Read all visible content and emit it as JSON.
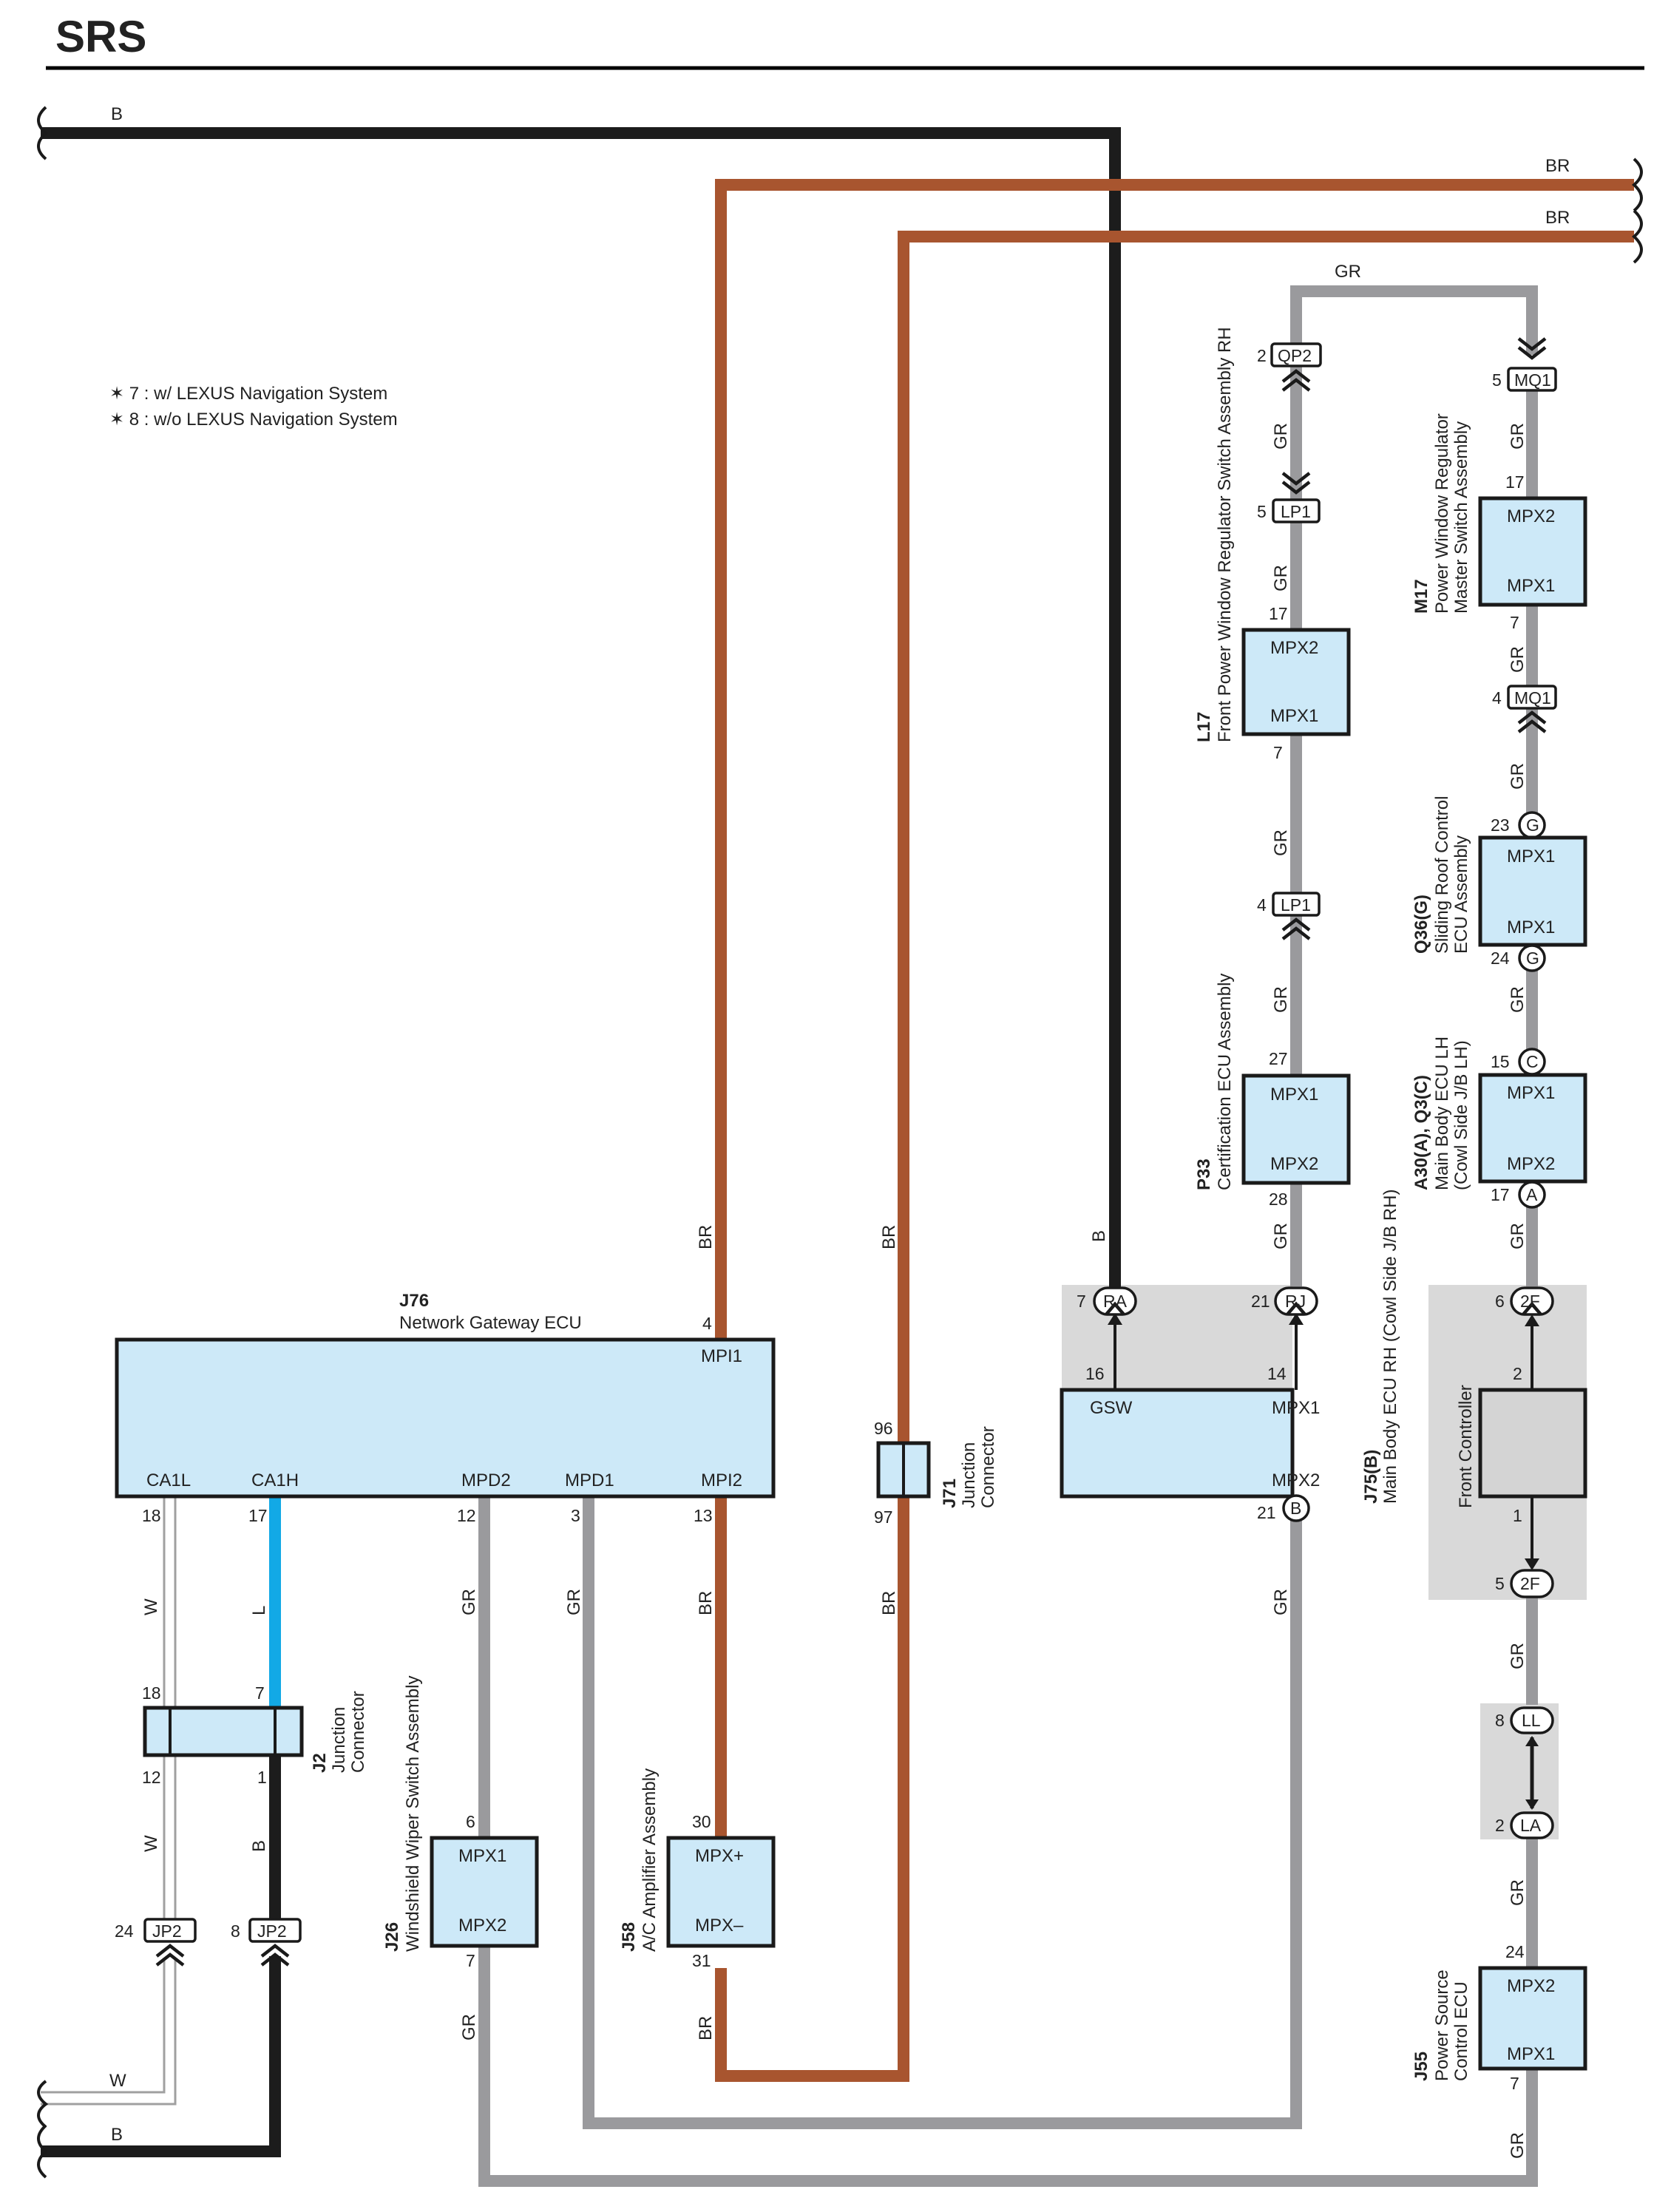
{
  "title": "SRS",
  "notes": [
    "✶ 7 : w/ LEXUS Navigation System",
    "✶ 8 : w/o LEXUS Navigation System"
  ],
  "wire_colors": {
    "B": "#1c1c1c",
    "BR": "#a8552f",
    "GR": "#9a9a9d",
    "L": "#12a9e6",
    "W": "#a0a0a0"
  },
  "wire_labels": {
    "B": "B",
    "BR": "BR",
    "GR": "GR",
    "L": "L",
    "W": "W"
  },
  "components": {
    "j76": {
      "code": "J76",
      "name": "Network Gateway ECU",
      "pins": {
        "mpi1": "MPI1",
        "ca1l": "CA1L",
        "ca1h": "CA1H",
        "mpd2": "MPD2",
        "mpd1": "MPD1",
        "mpi2": "MPI2"
      }
    },
    "j2": {
      "code": "J2",
      "name_line1": "Junction",
      "name_line2": "Connector"
    },
    "j71": {
      "code": "J71",
      "name_line1": "Junction",
      "name_line2": "Connector"
    },
    "j26": {
      "code": "J26",
      "name": "Windshield Wiper Switch Assembly",
      "pin_top": "MPX1",
      "pin_bottom": "MPX2"
    },
    "j58": {
      "code": "J58",
      "name": "A/C Amplifier Assembly",
      "pin_top": "MPX+",
      "pin_bottom": "MPX–"
    },
    "j75": {
      "code": "J75(B)",
      "name": "Main Body ECU RH (Cowl Side J/B RH)",
      "pin_gsw": "GSW",
      "pin_mpx1": "MPX1",
      "pin_mpx2": "MPX2"
    },
    "p33": {
      "code": "P33",
      "name": "Certification ECU Assembly",
      "pin_top": "MPX1",
      "pin_bottom": "MPX2"
    },
    "l17": {
      "code": "L17",
      "name": "Front Power Window Regulator Switch Assembly RH",
      "pin_top": "MPX2",
      "pin_bottom": "MPX1"
    },
    "m17": {
      "code": "M17",
      "name_line1": "Power Window Regulator",
      "name_line2": "Master Switch Assembly",
      "pin_top": "MPX2",
      "pin_bottom": "MPX1"
    },
    "q36": {
      "code": "Q36(G)",
      "name_line1": "Sliding Roof Control",
      "name_line2": "ECU Assembly",
      "pin_top": "MPX1",
      "pin_bottom": "MPX1"
    },
    "a30": {
      "code": "A30(A), Q3(C)",
      "name_line1": "Main Body ECU LH",
      "name_line2": "(Cowl Side J/B LH)",
      "pin_top": "MPX1",
      "pin_bottom": "MPX2"
    },
    "front_controller": {
      "name": "Front Controller"
    },
    "j55": {
      "code": "J55",
      "name_line1": "Power Source",
      "name_line2": "Control ECU",
      "pin_top": "MPX2",
      "pin_bottom": "MPX1"
    }
  },
  "connectors": {
    "qp2": "QP2",
    "lp1_a": "LP1",
    "lp1_b": "LP1",
    "mq1_a": "MQ1",
    "mq1_b": "MQ1",
    "g_a": "G",
    "g_b": "G",
    "c": "C",
    "a": "A",
    "ra": "RA",
    "rj": "RJ",
    "b": "B",
    "f2_a": "2F",
    "f2_b": "2F",
    "ll": "LL",
    "la": "LA",
    "jp2_a": "JP2",
    "jp2_b": "JP2"
  },
  "pins": {
    "j76_4": "4",
    "j76_18": "18",
    "j76_17": "17",
    "j76_12": "12",
    "j76_3": "3",
    "j76_13": "13",
    "j2_18": "18",
    "j2_7": "7",
    "j2_12": "12",
    "j2_1": "1",
    "jp2_24": "24",
    "jp2_8": "8",
    "j26_6": "6",
    "j26_7": "7",
    "j58_30": "30",
    "j58_31": "31",
    "j71_96": "96",
    "j71_97": "97",
    "ra_7": "7",
    "rj_21": "21",
    "j75_16": "16",
    "j75_14": "14",
    "j75_21": "21",
    "p33_27": "27",
    "p33_28": "28",
    "lp1_4": "4",
    "l17_7": "7",
    "l17_17": "17",
    "lp1_5": "5",
    "qp2_2": "2",
    "mq1_5": "5",
    "m17_17": "17",
    "m17_7": "7",
    "mq1_4": "4",
    "g_23": "23",
    "g_24": "24",
    "c_15": "15",
    "a_17": "17",
    "f2_6": "6",
    "fc_2": "2",
    "fc_1": "1",
    "f2_5": "5",
    "ll_8": "8",
    "la_2": "2",
    "j55_24": "24",
    "j55_7": "7"
  }
}
